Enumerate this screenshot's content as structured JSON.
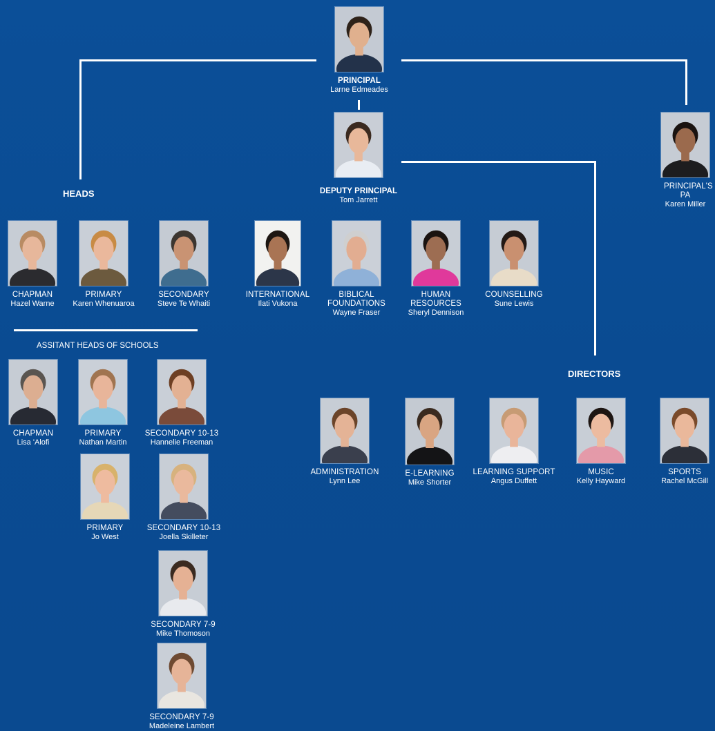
{
  "sections": {
    "heads": "HEADS",
    "assistant_heads": "ASSITANT HEADS OF SCHOOLS",
    "directors": "DIRECTORS"
  },
  "people": {
    "principal": {
      "role": "PRINCIPAL",
      "name": "Larne Edmeades"
    },
    "deputy": {
      "role": "DEPUTY PRINCIPAL",
      "name": "Tom Jarrett"
    },
    "pa": {
      "role": "PRINCIPAL'S PA",
      "name": "Karen Miller"
    },
    "head_chapman": {
      "role": "CHAPMAN",
      "name": "Hazel Warne"
    },
    "head_primary": {
      "role": "PRIMARY",
      "name": "Karen Whenuaroa"
    },
    "head_secondary": {
      "role": "SECONDARY",
      "name": "Steve Te Whaiti"
    },
    "international": {
      "role": "INTERNATIONAL",
      "name": "Ilati Vukona"
    },
    "biblical": {
      "role": "BIBLICAL FOUNDATIONS",
      "name": "Wayne Fraser"
    },
    "hr": {
      "role": "HUMAN RESOURCES",
      "name": "Sheryl Dennison"
    },
    "counselling": {
      "role": "COUNSELLING",
      "name": "Sune Lewis"
    },
    "ah_chapman": {
      "role": "CHAPMAN",
      "name": "Lisa 'Alofi"
    },
    "ah_primary1": {
      "role": "PRIMARY",
      "name": "Nathan Martin"
    },
    "ah_sec1013a": {
      "role": "SECONDARY 10-13",
      "name": "Hannelie Freeman"
    },
    "ah_primary2": {
      "role": "PRIMARY",
      "name": "Jo West"
    },
    "ah_sec1013b": {
      "role": "SECONDARY 10-13",
      "name": "Joella Skilleter"
    },
    "ah_sec79a": {
      "role": "SECONDARY 7-9",
      "name": "Mike Thomoson"
    },
    "ah_sec79b": {
      "role": "SECONDARY 7-9",
      "name": "Madeleine Lambert"
    },
    "dir_admin": {
      "role": "ADMINISTRATION",
      "name": "Lynn Lee"
    },
    "dir_elearning": {
      "role": "E-LEARNING",
      "name": "Mike  Shorter"
    },
    "dir_learning": {
      "role": "LEARNING SUPPORT",
      "name": "Angus Duffett"
    },
    "dir_music": {
      "role": "MUSIC",
      "name": "Kelly Hayward"
    },
    "dir_sports": {
      "role": "SPORTS",
      "name": "Rachel  McGill"
    }
  }
}
